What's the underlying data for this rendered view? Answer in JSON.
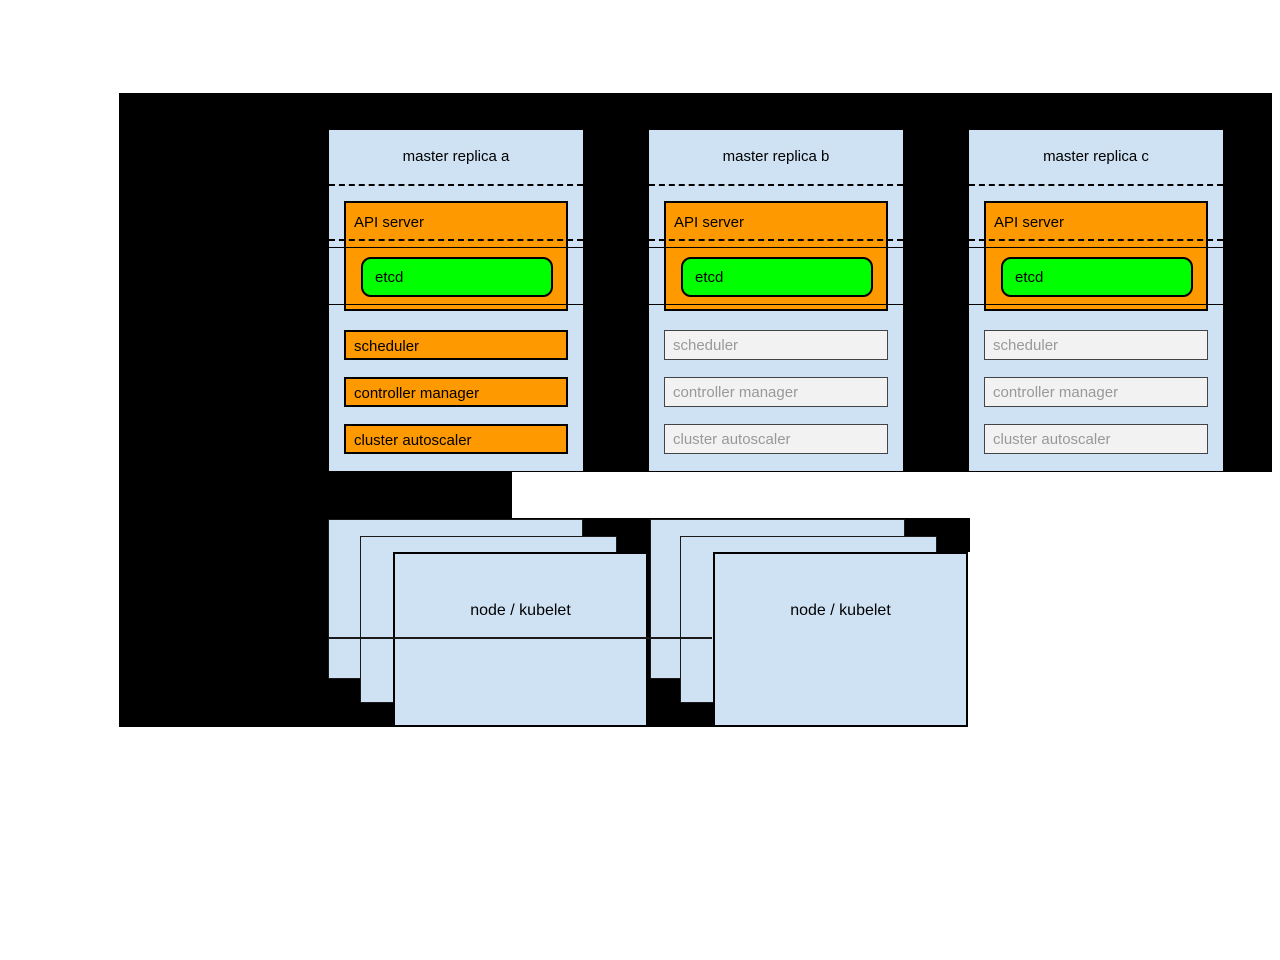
{
  "diagram": {
    "title_hint": "kubernetes-ha-masters",
    "colors": {
      "panel_background": "#000000",
      "container_fill": "#cfe2f3",
      "active_component_fill": "#ff9900",
      "etcd_fill": "#00ff00",
      "inactive_component_fill": "#f2f2f2",
      "inactive_text": "#999999",
      "border": "#000000"
    },
    "masters": [
      {
        "title": "master replica a",
        "api_server": "API server",
        "etcd": "etcd",
        "components": [
          {
            "label": "scheduler",
            "state": "active"
          },
          {
            "label": "controller manager",
            "state": "active"
          },
          {
            "label": "cluster autoscaler",
            "state": "active"
          }
        ]
      },
      {
        "title": "master replica b",
        "api_server": "API server",
        "etcd": "etcd",
        "components": [
          {
            "label": "scheduler",
            "state": "inactive"
          },
          {
            "label": "controller manager",
            "state": "inactive"
          },
          {
            "label": "cluster autoscaler",
            "state": "inactive"
          }
        ]
      },
      {
        "title": "master replica c",
        "api_server": "API server",
        "etcd": "etcd",
        "components": [
          {
            "label": "scheduler",
            "state": "inactive"
          },
          {
            "label": "controller manager",
            "state": "inactive"
          },
          {
            "label": "cluster autoscaler",
            "state": "inactive"
          }
        ]
      }
    ],
    "nodes": [
      {
        "label": "node / kubelet"
      },
      {
        "label": "node / kubelet"
      }
    ]
  }
}
